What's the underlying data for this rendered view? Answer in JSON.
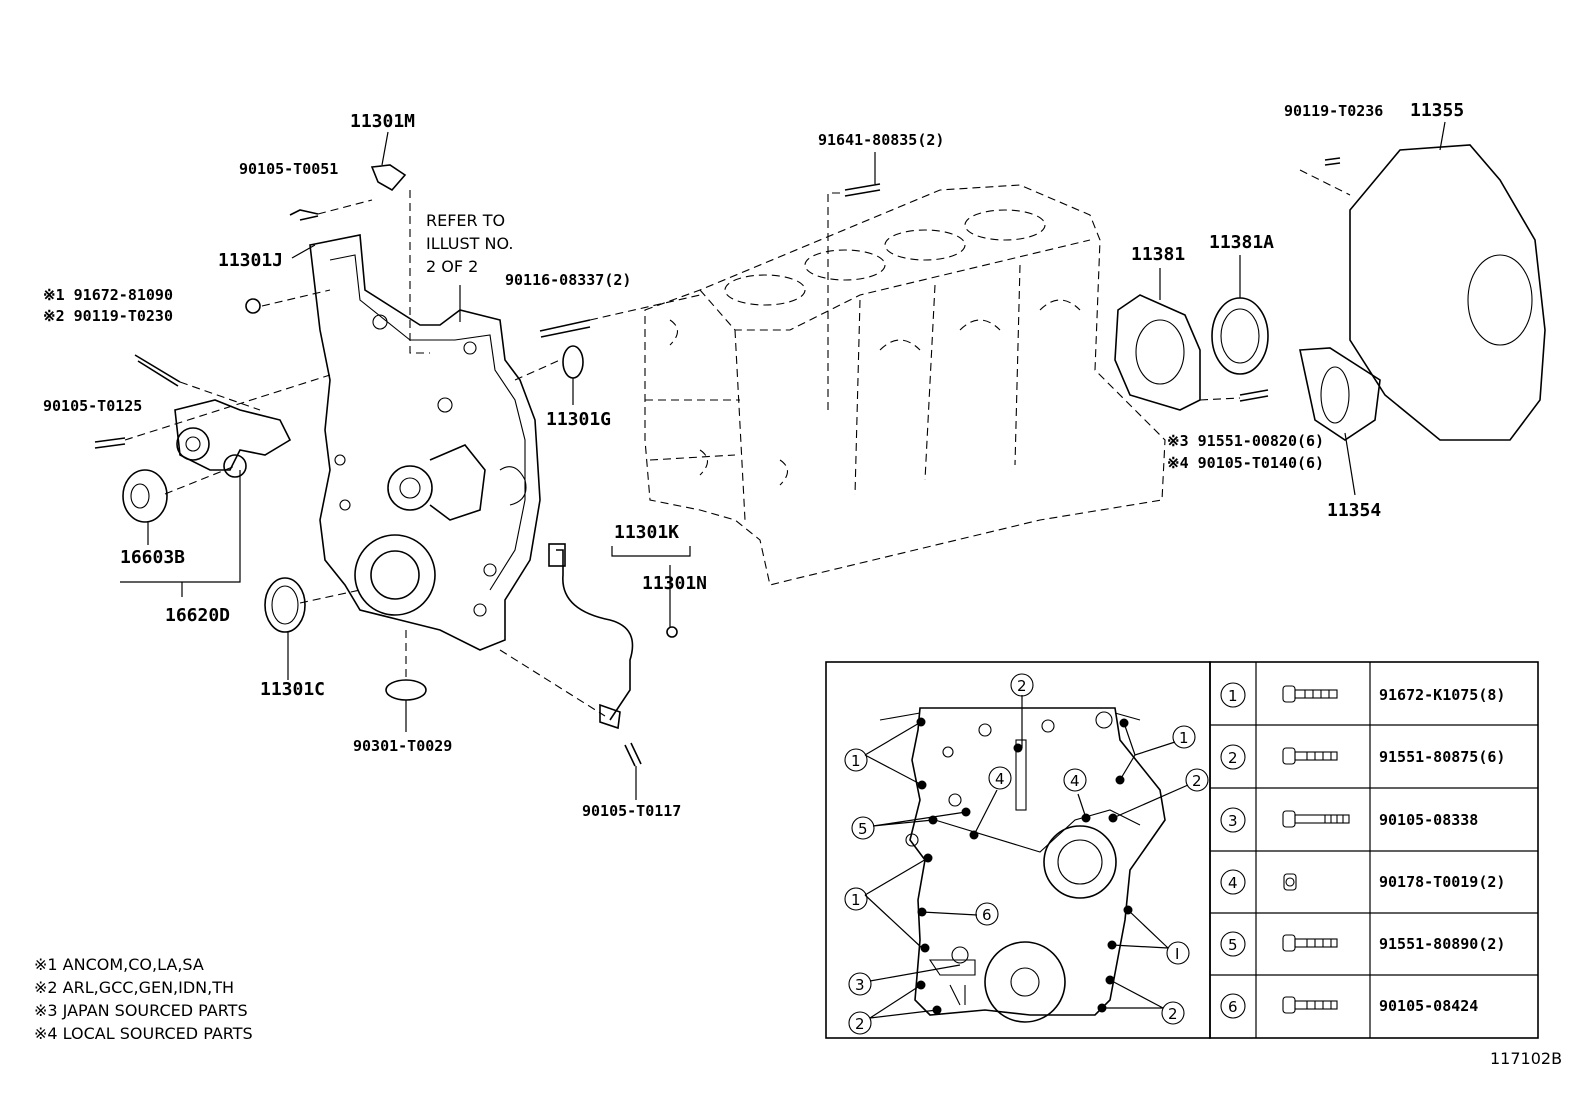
{
  "callouts": {
    "c11301M": "11301M",
    "c90105_T0051": "90105-T0051",
    "refer1": "REFER TO",
    "refer2": "ILLUST NO.",
    "refer3": "2 OF 2",
    "c11301J": "11301J",
    "mark1_line": "※1 91672-81090",
    "mark2_line": "※2 90119-T0230",
    "c90105_T0125": "90105-T0125",
    "c16603B": "16603B",
    "c16620D": "16620D",
    "c11301C": "11301C",
    "c90301_T0029": "90301-T0029",
    "c90116_08337": "90116-08337(2)",
    "c11301G": "11301G",
    "c91641_80835": "91641-80835(2)",
    "c11301K": "11301K",
    "c11301N": "11301N",
    "c90105_T0117": "90105-T0117",
    "c11381": "11381",
    "c11381A": "11381A",
    "c90119_T0236": "90119-T0236",
    "c11355": "11355",
    "mark3_line": "※3 91551-00820(6)",
    "mark4_line": "※4 90105-T0140(6)",
    "c11354": "11354"
  },
  "legend_notes": [
    "※1 ANCOM,CO,LA,SA",
    "※2 ARL,GCC,GEN,IDN,TH",
    "※3 JAPAN SOURCED PARTS",
    "※4 LOCAL SOURCED PARTS"
  ],
  "bolt_table": [
    {
      "num": "1",
      "part": "91672-K1075(8)"
    },
    {
      "num": "2",
      "part": "91551-80875(6)"
    },
    {
      "num": "3",
      "part": "90105-08338"
    },
    {
      "num": "4",
      "part": "90178-T0019(2)"
    },
    {
      "num": "5",
      "part": "91551-80890(2)"
    },
    {
      "num": "6",
      "part": "90105-08424"
    }
  ],
  "inset_callouts": {
    "n1": "1",
    "n2": "2",
    "n3": "3",
    "n4": "4",
    "n5": "5",
    "n6": "6",
    "nI": "I"
  },
  "illustration_id": "117102B"
}
